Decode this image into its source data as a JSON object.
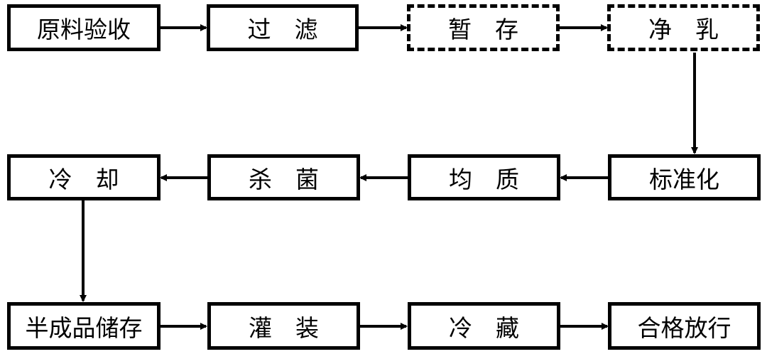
{
  "steps": {
    "raw_intake": "原料验收",
    "filter": "过　滤",
    "temp_storage": "暂　存",
    "clarify": "净　乳",
    "standardize": "标准化",
    "homogenize": "均　质",
    "sterilize": "杀　菌",
    "cool": "冷　却",
    "semi_storage": "半成品储存",
    "fill": "灌　装",
    "refrigerate": "冷　藏",
    "release": "合格放行"
  }
}
